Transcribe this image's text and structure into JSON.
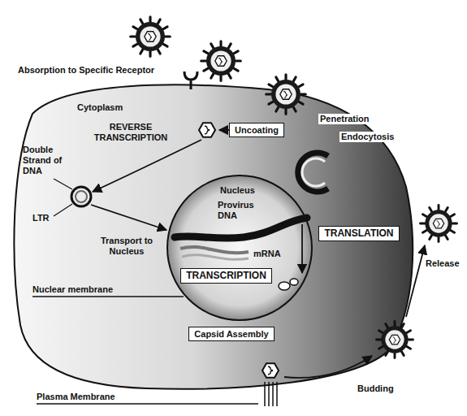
{
  "diagram": {
    "nodes": [
      {
        "text": [
          "Cytoplasm"
        ]
      },
      {
        "text": [
          "Uncoating"
        ],
        "in": 0
      },
      {
        "text": [
          "Nucleus"
        ],
        "in": 0
      },
      {
        "text": [
          "TRANSCRIPTION"
        ],
        "in": 2
      },
      {
        "text": [
          "TRANSLATION"
        ],
        "in": 0
      },
      {
        "text": [
          "Capsid Assembly"
        ],
        "in": 0
      }
    ],
    "labels": [
      "Absorption to Specific Receptor",
      "Penetration",
      "Endocytosis",
      "REVERSE TRANSCRIPTION",
      "Double Strand of DNA",
      "LTR",
      "Transport to Nucleus",
      "Provirus DNA",
      "mRNA",
      "Nuclear membrane",
      "Release",
      "Budding",
      "Plasma Membrane"
    ]
  }
}
